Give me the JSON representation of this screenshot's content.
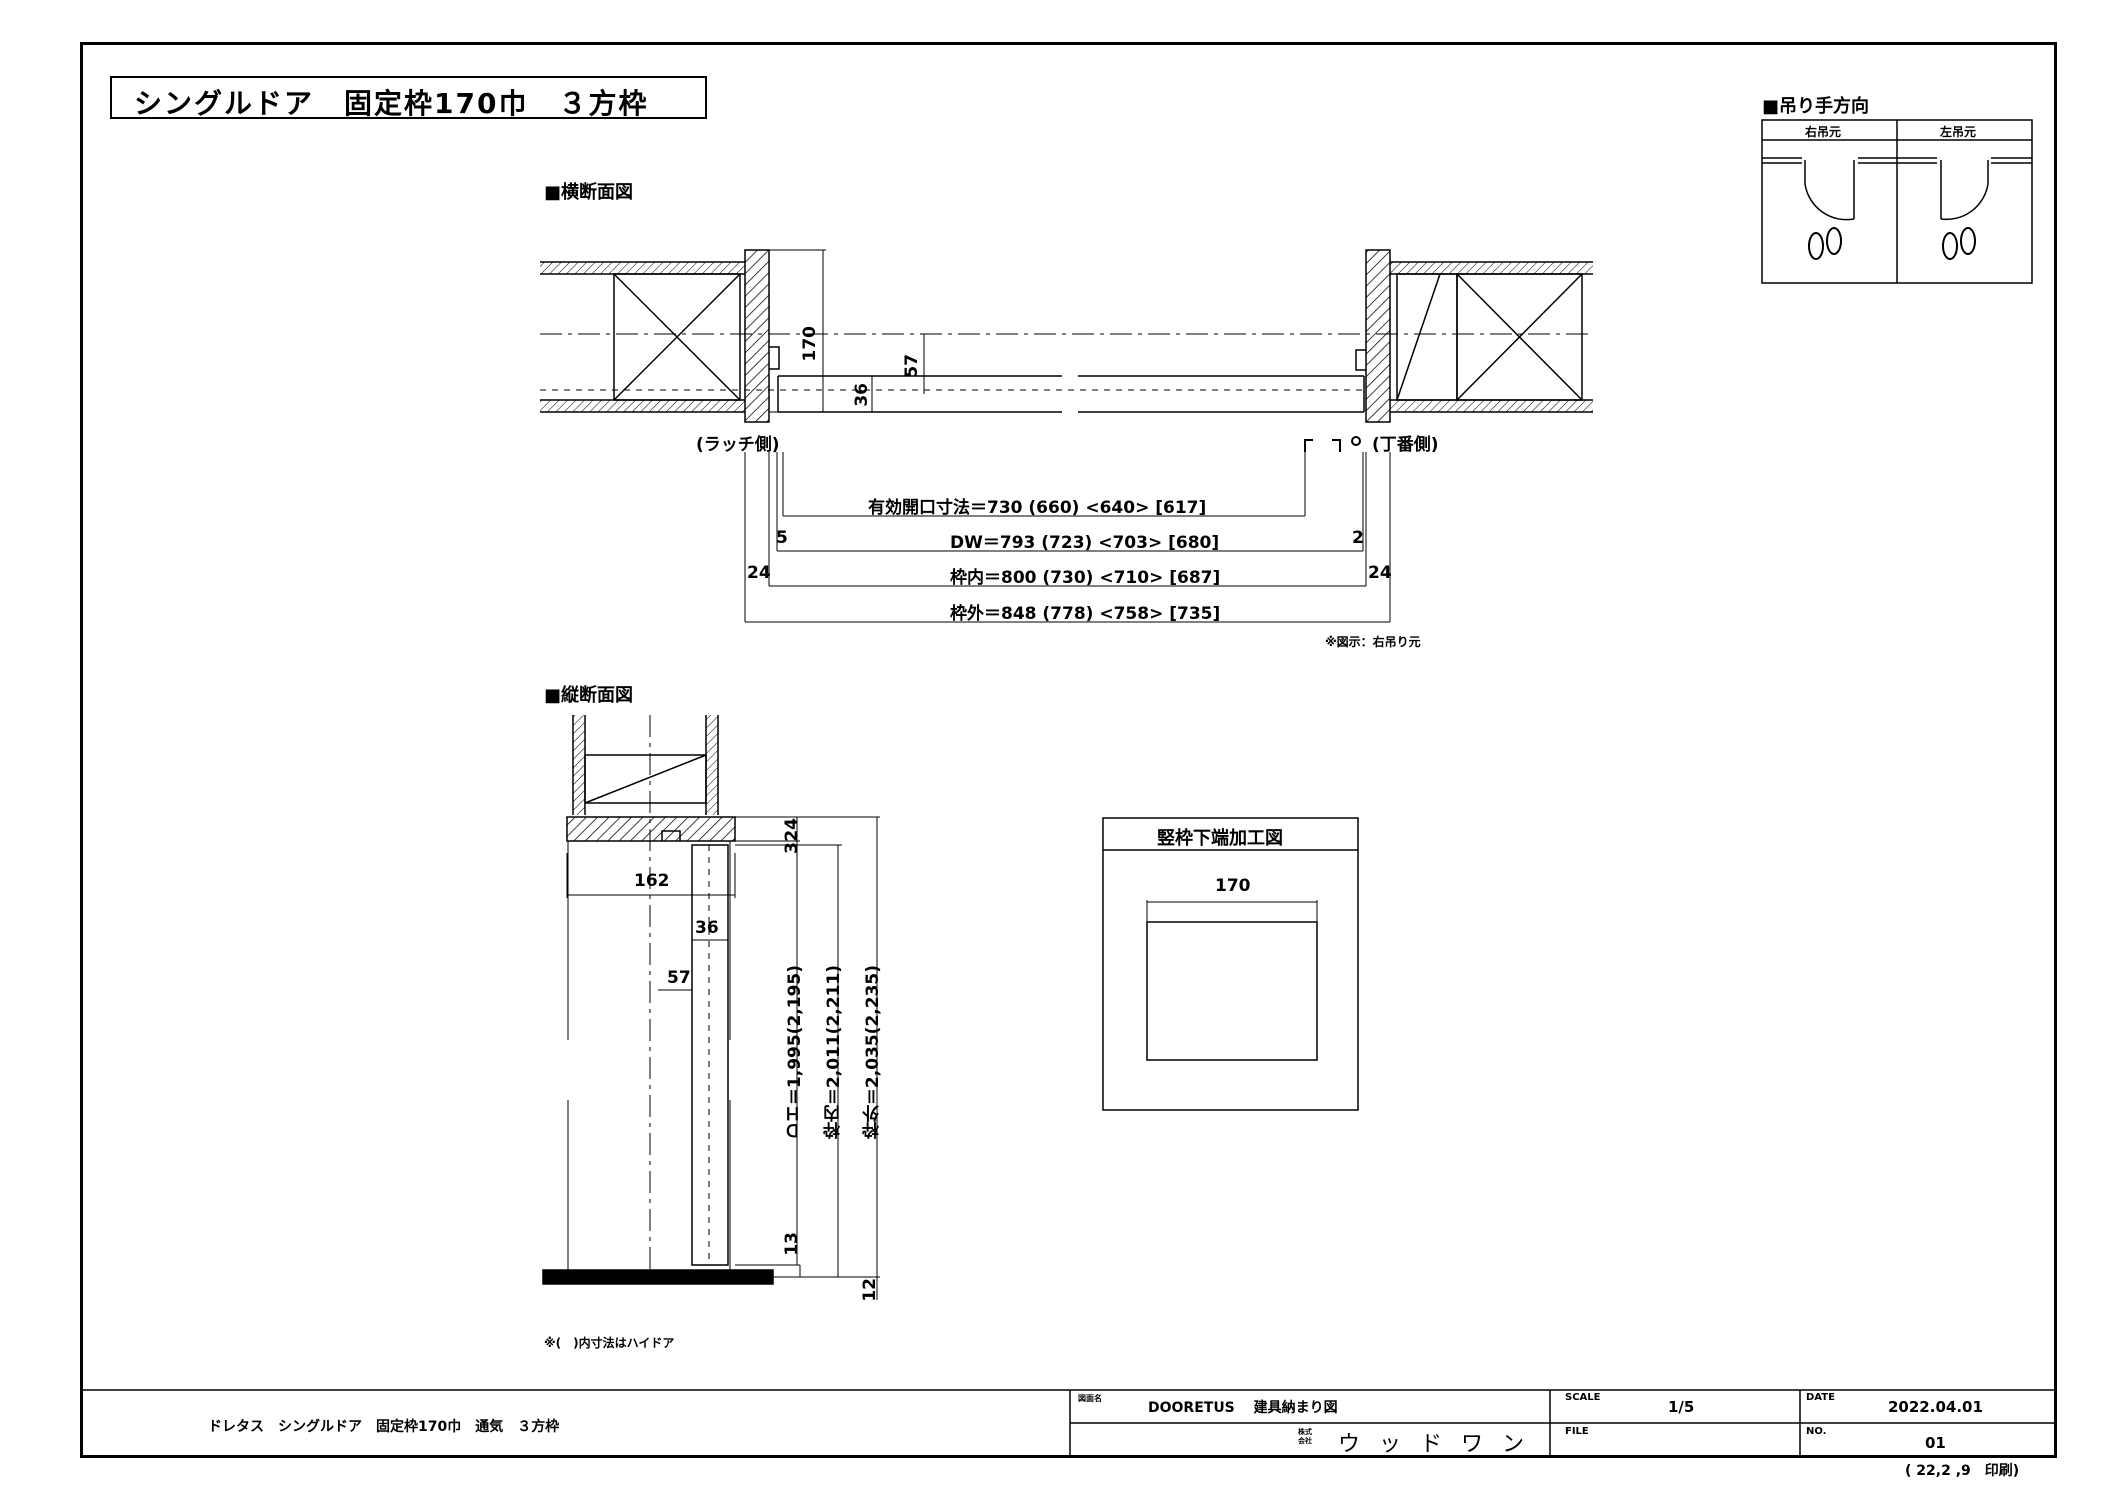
{
  "title": "シングルドア　固定枠170巾　３方枠",
  "sections": {
    "horizontal": "■横断面図",
    "vertical": "■縦断面図",
    "hinge_direction": "■吊り手方向",
    "bottom_detail": "竪枠下端加工図"
  },
  "hinge_direction": {
    "right_label": "右吊元",
    "left_label": "左吊元"
  },
  "horizontal_section": {
    "latch_side": "(ラッチ側)",
    "hinge_side": "(丁番側)",
    "dim_170": "170",
    "dim_57": "57",
    "dim_36": "36",
    "effective_opening": "有効開口寸法＝730 (660) <640> [617]",
    "dw": "DW＝793 (723) <703> [680]",
    "frame_inner": "枠内＝800 (730) <710> [687]",
    "frame_outer": "枠外＝848 (778) <758> [735]",
    "dim_5": "5",
    "dim_2": "2",
    "dim_24_left": "24",
    "dim_24_right": "24",
    "note": "※図示：右吊り元"
  },
  "vertical_section": {
    "dim_162": "162",
    "dim_36": "36",
    "dim_57": "57",
    "dim_24": "24",
    "dim_3": "3",
    "dim_13": "13",
    "dim_12": "12",
    "dh": "ＤＨ＝1,995(2,195)",
    "frame_inner": "枠内＝2,011(2,211)",
    "frame_outer": "枠外＝2,035(2,235)",
    "note": "※(　)内寸法はハイドア"
  },
  "bottom_detail": {
    "dim_170": "170"
  },
  "title_block": {
    "description": "ドレタス　シングルドア　固定枠170巾　通気　３方枠",
    "drawing_name_label": "図面名",
    "drawing_name": "DOORETUS　 建具納まり図",
    "scale_label": "SCALE",
    "scale": "1/5",
    "date_label": "DATE",
    "date": "2022.04.01",
    "company_prefix": "株式会社",
    "company": "ウ ッ ド ワ ン",
    "file_label": "FILE",
    "no_label": "NO.",
    "no": "01",
    "print_note": "( 22,2 ,9　印刷)"
  }
}
